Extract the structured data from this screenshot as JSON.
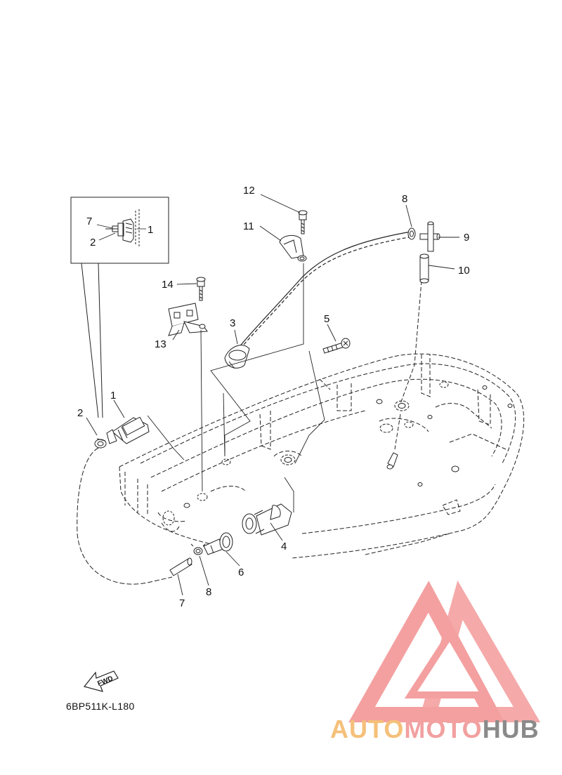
{
  "diagram": {
    "drawing_code": "6BP511K-L180",
    "fwd_arrow_text": "FWD",
    "callouts": [
      "1",
      "2",
      "3",
      "4",
      "5",
      "6",
      "7",
      "8",
      "9",
      "10",
      "11",
      "12",
      "13",
      "14"
    ],
    "inset_callouts": [
      "7",
      "2",
      "1"
    ]
  },
  "watermark": {
    "part1": "AUTO",
    "part2": "MOTO",
    "part3": "HUB",
    "colors": {
      "auto": "#f5c07a",
      "moto": "#f2a0a0",
      "hub": "#8a8a8a",
      "logo": "#f4a0a0"
    }
  }
}
